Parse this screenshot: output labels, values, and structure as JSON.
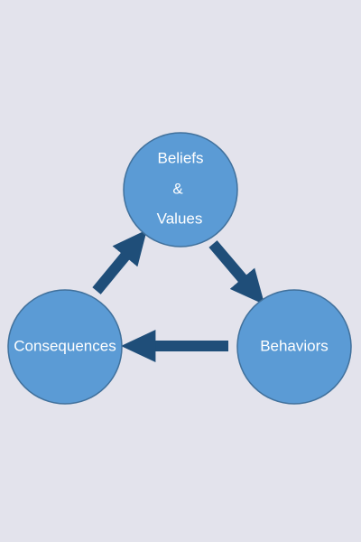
{
  "colors": {
    "background": "#e3e3ec",
    "node_fill": "#5b9bd5",
    "node_border": "#41719c",
    "arrow": "#1f4e79",
    "label": "#ffffff"
  },
  "nodes": {
    "beliefs": {
      "line1": "Beliefs",
      "line2": "&",
      "line3": "Values"
    },
    "behaviors": {
      "label": "Behaviors"
    },
    "consequences": {
      "label": "Consequences"
    }
  },
  "edges": [
    {
      "from": "beliefs",
      "to": "behaviors"
    },
    {
      "from": "behaviors",
      "to": "consequences"
    },
    {
      "from": "consequences",
      "to": "beliefs"
    }
  ]
}
